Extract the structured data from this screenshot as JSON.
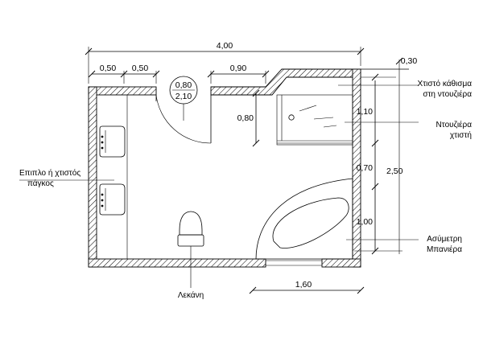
{
  "dimensions": {
    "overall_width": "4,00",
    "left_seg_1": "0,50",
    "left_seg_2": "0,50",
    "door_width": "0,90",
    "top_right": "0,30",
    "door_height_note": "0,80",
    "door_tag_top": "0,80",
    "door_tag_bottom": "2,10",
    "right_1": "1,10",
    "right_2": "0,70",
    "right_3": "1,00",
    "right_total": "2,50",
    "bottom_opening": "1,60"
  },
  "labels": {
    "built_bench_l1": "Χτιστό κάθισμα",
    "built_bench_l2": "στη ντουζιέρα",
    "shower_l1": "Ντουζιέρα",
    "shower_l2": "χτιστή",
    "counter_l1": "Επιπλο ή χτιστός",
    "counter_l2": "πάγκος",
    "bathtub_l1": "Ασύμετρη",
    "bathtub_l2": "Μπανιέρα",
    "toilet": "Λεκάνη"
  }
}
